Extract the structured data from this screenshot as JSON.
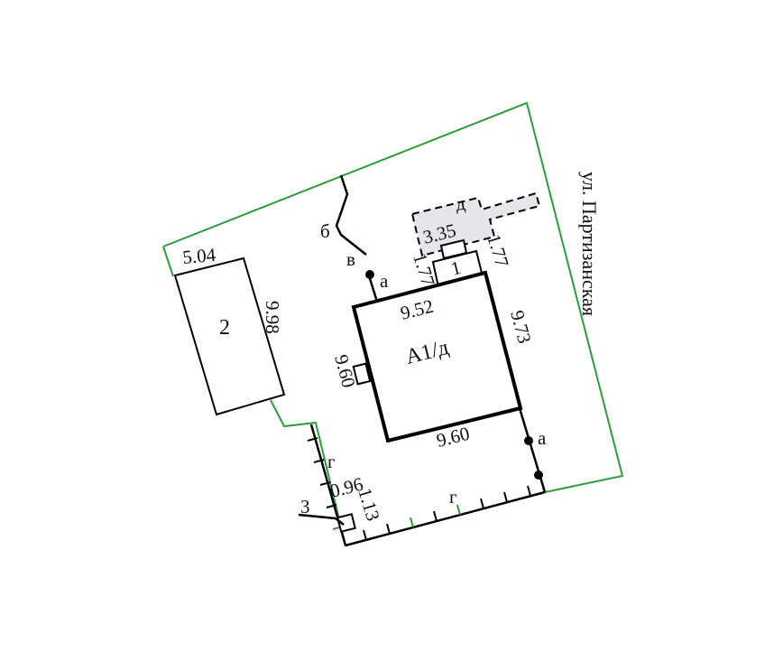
{
  "street_name": "ул. Партизанская",
  "colors": {
    "boundary": "#2e9b3c",
    "lines": "#000000",
    "hatch_fill": "#e6e6ea"
  },
  "buildings": {
    "main_house": {
      "label": "А1/д",
      "dim_top": "9.52",
      "dim_right": "9.73",
      "dim_bottom": "9.60",
      "dim_left": "9.60"
    },
    "building_2": {
      "label": "2",
      "dim_top": "5.04",
      "dim_right": "9.98"
    },
    "porch_1": {
      "label": "1",
      "dim_left": "1.77",
      "dim_right": "1.77"
    },
    "dashed_extension": {
      "label": "д",
      "dim": "3.35"
    },
    "small_3": {
      "label": "3",
      "dim_a": "0.96",
      "dim_b": "1.13"
    }
  },
  "fence_markers": {
    "b": "б",
    "v": "в",
    "a_top": "а",
    "a_right": "а",
    "g_left": "г",
    "g_bottom": "г"
  }
}
